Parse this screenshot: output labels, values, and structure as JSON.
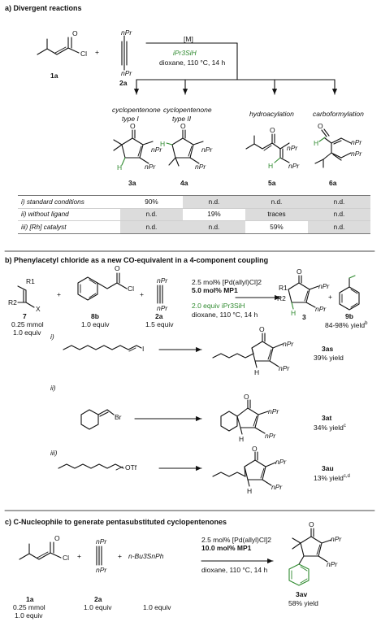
{
  "section_a": {
    "title": "a) Divergent reactions",
    "plus": "+",
    "reagent_nPr_top": "nPr",
    "reagent_nPr_bottom": "nPr",
    "acid_chloride_O": "O",
    "acid_chloride_Cl": "Cl",
    "label_1a": "1a",
    "label_2a": "2a",
    "catalyst": "[M]",
    "silane": "iPr3SiH",
    "conditions": "dioxane, 110 °C, 14 h",
    "products": [
      {
        "heading1": "cyclopentenone",
        "heading2": "type I",
        "label": "3a"
      },
      {
        "heading1": "cyclopentenone",
        "heading2": "type II",
        "label": "4a"
      },
      {
        "heading1": "hydroacylation",
        "heading2": "",
        "label": "5a"
      },
      {
        "heading1": "carboformylation",
        "heading2": "",
        "label": "6a"
      }
    ],
    "table": [
      {
        "condition": "i) standard conditions",
        "values": [
          "90%",
          "n.d.",
          "n.d.",
          "n.d."
        ]
      },
      {
        "condition": "ii) without ligand",
        "values": [
          "n.d.",
          "19%",
          "traces",
          "n.d."
        ]
      },
      {
        "condition": "iii) [Rh] catalyst",
        "values": [
          "n.d.",
          "n.d.",
          "59%",
          "n.d."
        ]
      }
    ]
  },
  "section_b": {
    "title": "b) Phenylacetyl chloride as a new CO-equivalent in a 4-component coupling",
    "substituents": {
      "R1": "R1",
      "R2": "R2",
      "X": "X"
    },
    "label_7": "7",
    "amount_7": "0.25 mmol",
    "equiv_7": "1.0 equiv",
    "label_8b": "8b",
    "equiv_8b": "1.0 equiv",
    "label_2a": "2a",
    "equiv_2a": "1.5 equiv",
    "cat1": "2.5 mol% [Pd(allyl)Cl]2",
    "cat2": "5.0 mol% MP1",
    "silane": "2.0 equiv iPr3SiH",
    "conditions": "dioxane, 110 °C, 14 h",
    "label_3": "3",
    "label_9b": "9b",
    "yield_9b": "84-98% yield",
    "yield_9b_note": "b",
    "examples": [
      {
        "num": "i)",
        "leaving": "I",
        "label": "3as",
        "yield": "39% yield",
        "note": ""
      },
      {
        "num": "ii)",
        "leaving": "Br",
        "label": "3at",
        "yield": "34% yield",
        "note": "c"
      },
      {
        "num": "iii)",
        "leaving": "OTf",
        "label": "3au",
        "yield": "13% yield",
        "note": "c,d"
      }
    ]
  },
  "section_c": {
    "title": "c) C-Nucleophile to generate pentasubstituted cyclopentenones",
    "label_1a": "1a",
    "amount_1a": "0.25 mmol",
    "equiv_1a": "1.0 equiv",
    "label_2a": "2a",
    "equiv_2a": "1.0 equiv",
    "stannane": "n-Bu3SnPh",
    "equiv_stannane": "1.0 equiv",
    "cat1": "2.5 mol% [Pd(allyl)Cl]2",
    "cat2": "10.0 mol% MP1",
    "conditions": "dioxane, 110 °C, 14 h",
    "label_3av": "3av",
    "yield_3av": "58% yield"
  },
  "colors": {
    "ink": "#111111",
    "green": "#2f8a2f",
    "table_shade": "#dcdcdc"
  }
}
